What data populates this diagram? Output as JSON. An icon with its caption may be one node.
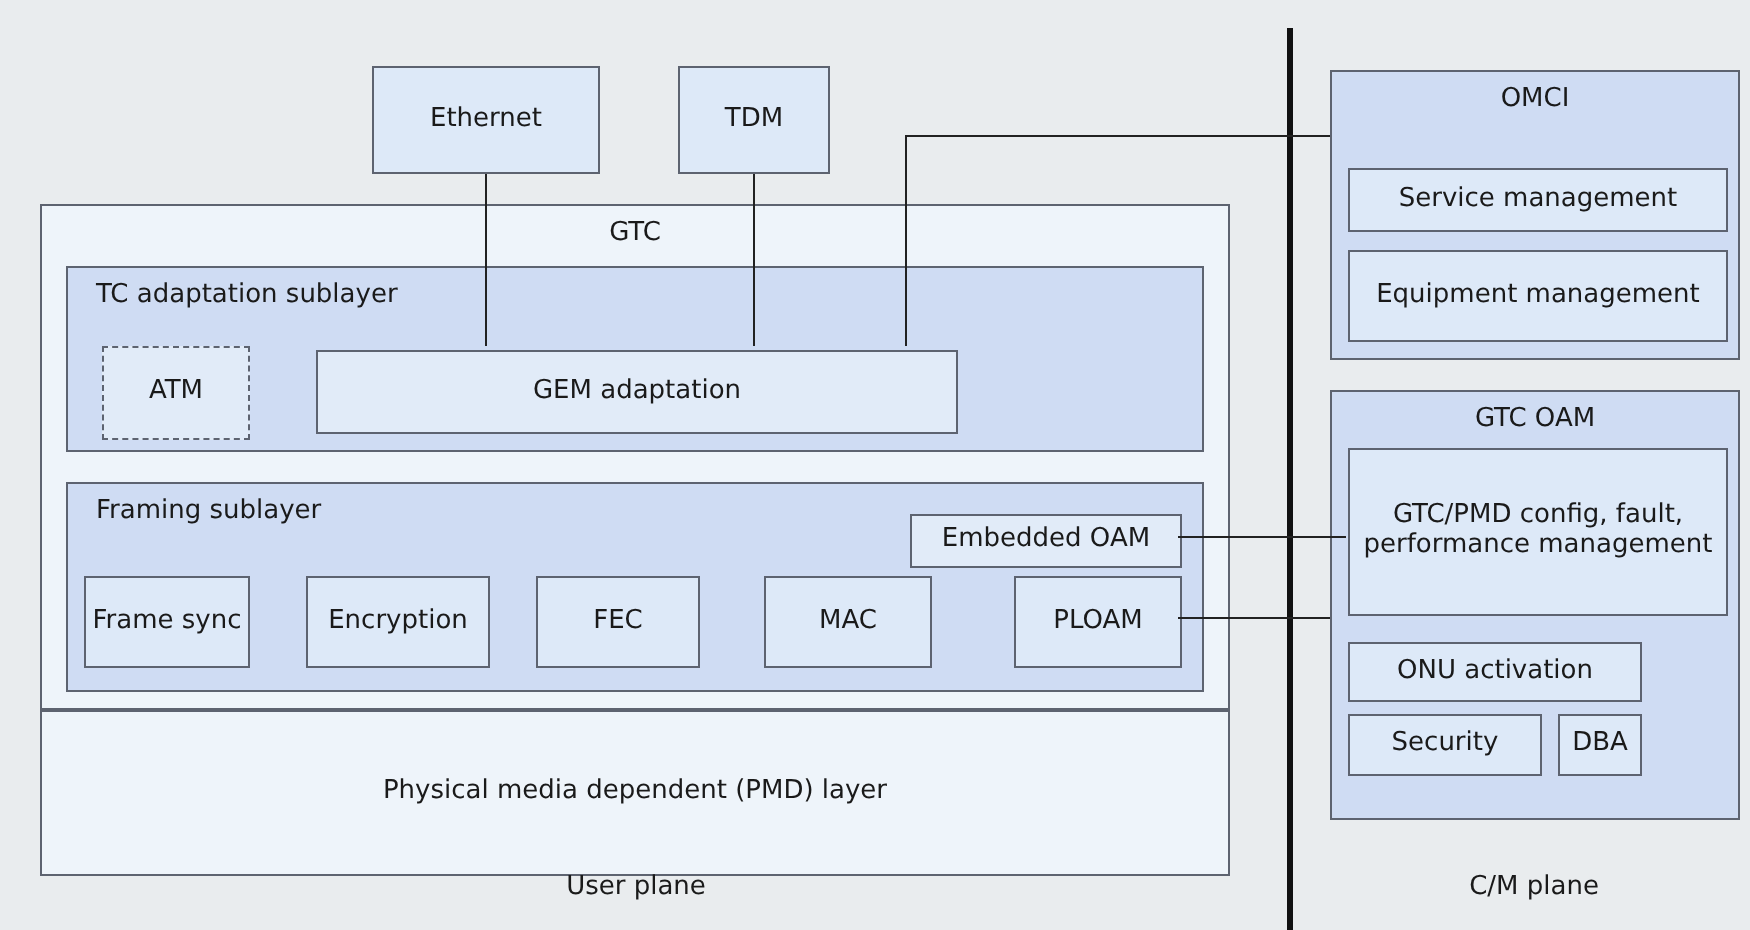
{
  "diagram": {
    "nodes": [
      {
        "text": [
          "Ethernet"
        ]
      },
      {
        "text": [
          "TDM"
        ]
      },
      {
        "text": [
          "GTC"
        ]
      },
      {
        "text": [
          "TC adaptation sublayer"
        ],
        "in": 2
      },
      {
        "text": [
          "ATM"
        ],
        "in": 3
      },
      {
        "text": [
          "GEM adaptation"
        ],
        "in": 3
      },
      {
        "text": [
          "Framing sublayer"
        ],
        "in": 2
      },
      {
        "text": [
          "Embedded OAM"
        ],
        "in": 6
      },
      {
        "text": [
          "Frame sync"
        ],
        "in": 6
      },
      {
        "text": [
          "Encryption"
        ],
        "in": 6
      },
      {
        "text": [
          "FEC"
        ],
        "in": 6
      },
      {
        "text": [
          "MAC"
        ],
        "in": 6
      },
      {
        "text": [
          "PLOAM"
        ],
        "in": 6
      },
      {
        "text": [
          "Physical media dependent (PMD) layer"
        ]
      },
      {
        "text": [
          "OMCI"
        ]
      },
      {
        "text": [
          "Service management"
        ],
        "in": 14
      },
      {
        "text": [
          "Equipment management"
        ],
        "in": 14
      },
      {
        "text": [
          "GTC OAM"
        ]
      },
      {
        "text": [
          "GTC/PMD config, fault, performance management"
        ],
        "in": 17
      },
      {
        "text": [
          "ONU activation"
        ],
        "in": 17
      },
      {
        "text": [
          "Security"
        ],
        "in": 17
      },
      {
        "text": [
          "DBA"
        ],
        "in": 17
      }
    ],
    "edges": [
      {
        "from": 0,
        "to": 5,
        "arrow": "none"
      },
      {
        "from": 1,
        "to": 5,
        "arrow": "none"
      },
      {
        "from": 5,
        "to": 14,
        "arrow": "none"
      },
      {
        "from": 7,
        "to": 18,
        "arrow": "none"
      },
      {
        "from": 12,
        "to": 17,
        "arrow": "none"
      }
    ],
    "labels": [
      "User plane",
      "C/M plane"
    ]
  }
}
